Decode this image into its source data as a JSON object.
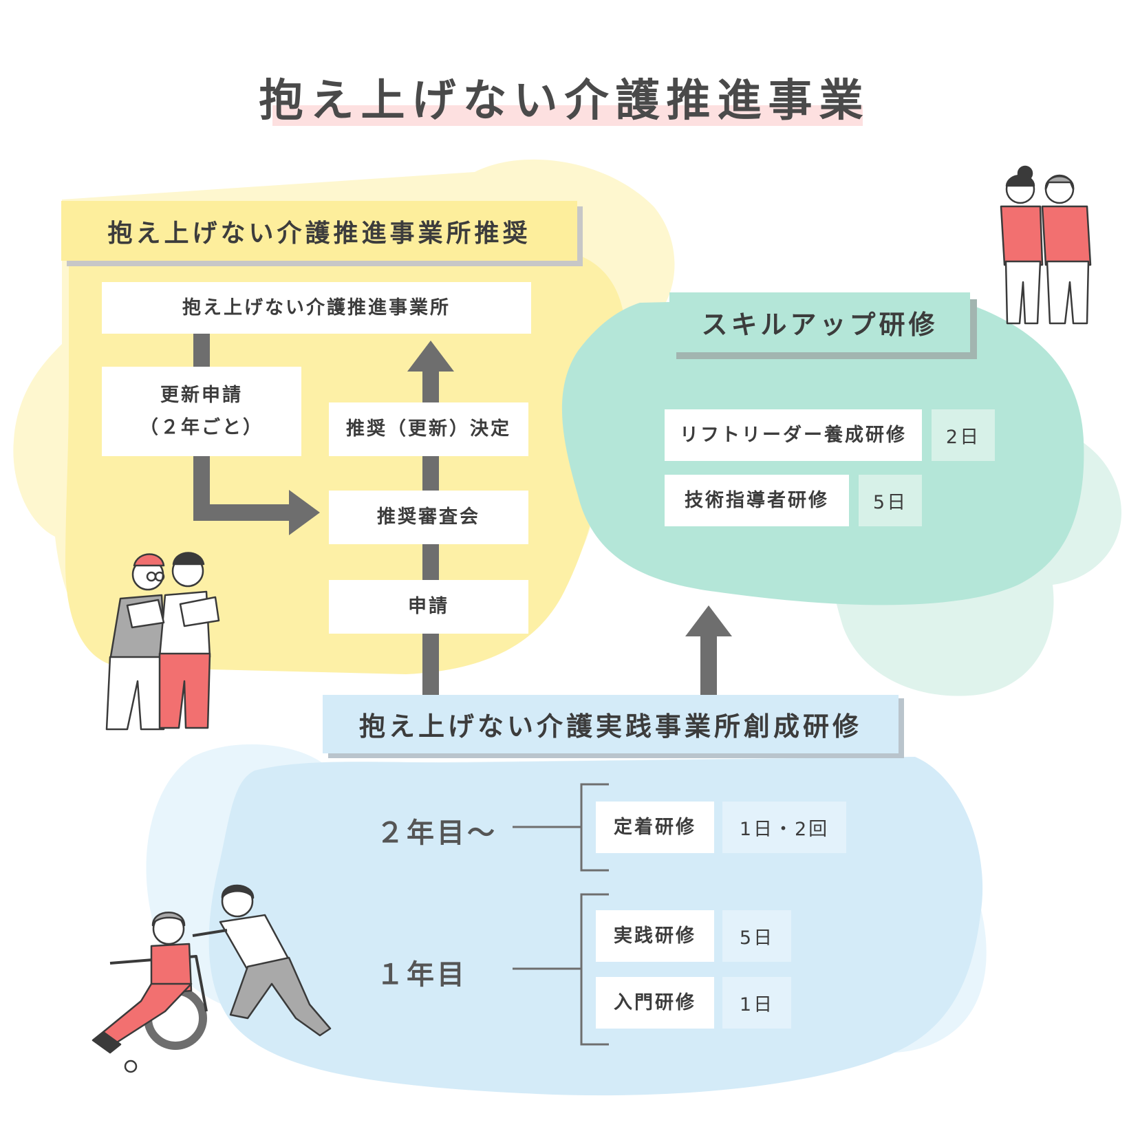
{
  "title": "抱え上げない介護推進事業",
  "recommendation": {
    "heading": "抱え上げない介護推進事業所推奨",
    "top_box": "抱え上げない介護推進事業所",
    "renewal_line1": "更新申請",
    "renewal_line2": "（２年ごと）",
    "decision": "推奨（更新）決定",
    "review": "推奨審査会",
    "apply": "申請"
  },
  "skillup": {
    "heading": "スキルアップ研修",
    "items": [
      {
        "label": "リフトリーダー養成研修",
        "duration": "2日"
      },
      {
        "label": "技術指導者研修",
        "duration": "5日"
      }
    ]
  },
  "creation": {
    "heading": "抱え上げない介護実践事業所創成研修",
    "year2_label": "２年目〜",
    "year1_label": "１年目",
    "year2_items": [
      {
        "label": "定着研修",
        "duration": "1日・2回"
      }
    ],
    "year1_items": [
      {
        "label": "実践研修",
        "duration": "5日"
      },
      {
        "label": "入門研修",
        "duration": "1日"
      }
    ]
  },
  "colors": {
    "yellow_blob": "#fdf0a6",
    "green_blob": "#b4e6d8",
    "blue_blob": "#d4ebf8",
    "arrow": "#6e6e6e",
    "accent_red": "#f06f6f"
  }
}
